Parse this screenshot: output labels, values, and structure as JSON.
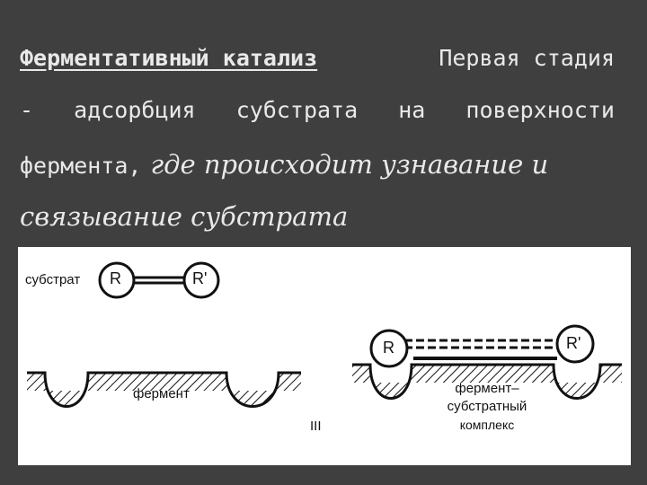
{
  "slide": {
    "title": "Ферментативный катализ",
    "line1_rest": "Первая стадия",
    "line2": [
      "-",
      "адсорбция",
      "субстрата",
      "на",
      "поверхности"
    ],
    "line3_plain": "фермента,",
    "line3_italic": "где происходит узнавание и",
    "line4_italic": "связывание субстрата"
  },
  "figure": {
    "substrate_label": "субстрат",
    "enzyme_label": "фермент",
    "complex_label_1": "фермент–",
    "complex_label_2": "субстратный",
    "complex_label_3": "комплекс",
    "stage_mark": "III",
    "atom_r": "R",
    "atom_r_prime": "R'"
  }
}
